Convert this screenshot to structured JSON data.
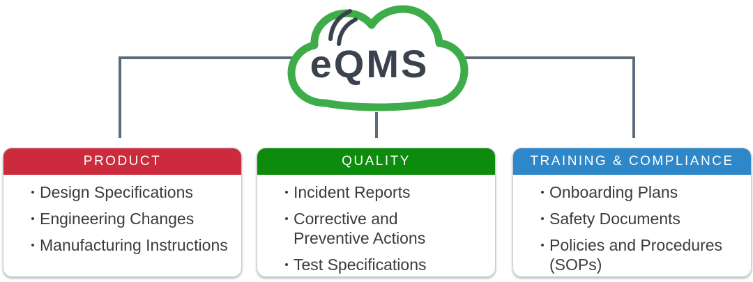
{
  "cloud": {
    "label": "eQMS",
    "icon": "cloud-icon",
    "signal_icon": "signal-arcs-icon"
  },
  "colors": {
    "background": "#FFFFFF",
    "cloud_outline": "#3FAC4A",
    "cloud_text": "#3A434D",
    "connector": "#5C6B7A",
    "header_product": "#CC2B3E",
    "header_quality": "#0C8B0C",
    "header_training": "#2E87C8",
    "header_text": "#FFFFFF",
    "body_text": "#3B3B3F",
    "card_border": "#C6CBD0"
  },
  "cards": [
    {
      "title": "PRODUCT",
      "items": [
        "Design Specifications",
        "Engineering Changes",
        "Manufacturing Instructions"
      ]
    },
    {
      "title": "QUALITY",
      "items": [
        "Incident Reports",
        "Corrective and Preventive Actions",
        "Test Specifications"
      ]
    },
    {
      "title": "TRAINING & COMPLIANCE",
      "items": [
        "Onboarding Plans",
        "Safety Documents",
        "Policies and Procedures (SOPs)"
      ]
    }
  ]
}
